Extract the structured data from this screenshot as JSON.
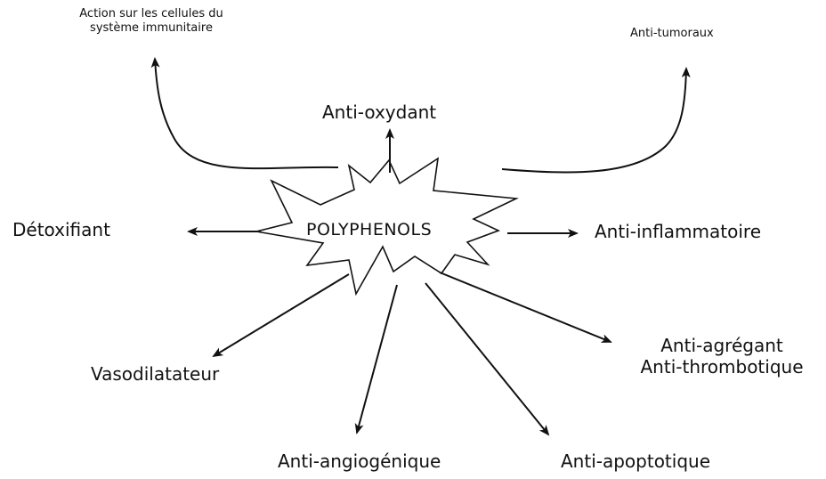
{
  "center_label": "POLYPHENOLS",
  "effects": {
    "immune": [
      "Action sur les cellules du",
      "système immunitaire"
    ],
    "antitumor": "Anti-tumoraux",
    "antioxidant": "Anti-oxydant",
    "detox": "Détoxifiant",
    "antiinflammatory": "Anti-inflammatoire",
    "vasodilator": "Vasodilatateur",
    "antiaggregant": [
      "Anti-agrégant",
      "Anti-thrombotique"
    ],
    "antiangiogenic": "Anti-angiogénique",
    "antiapoptotic": "Anti-apoptotique"
  }
}
